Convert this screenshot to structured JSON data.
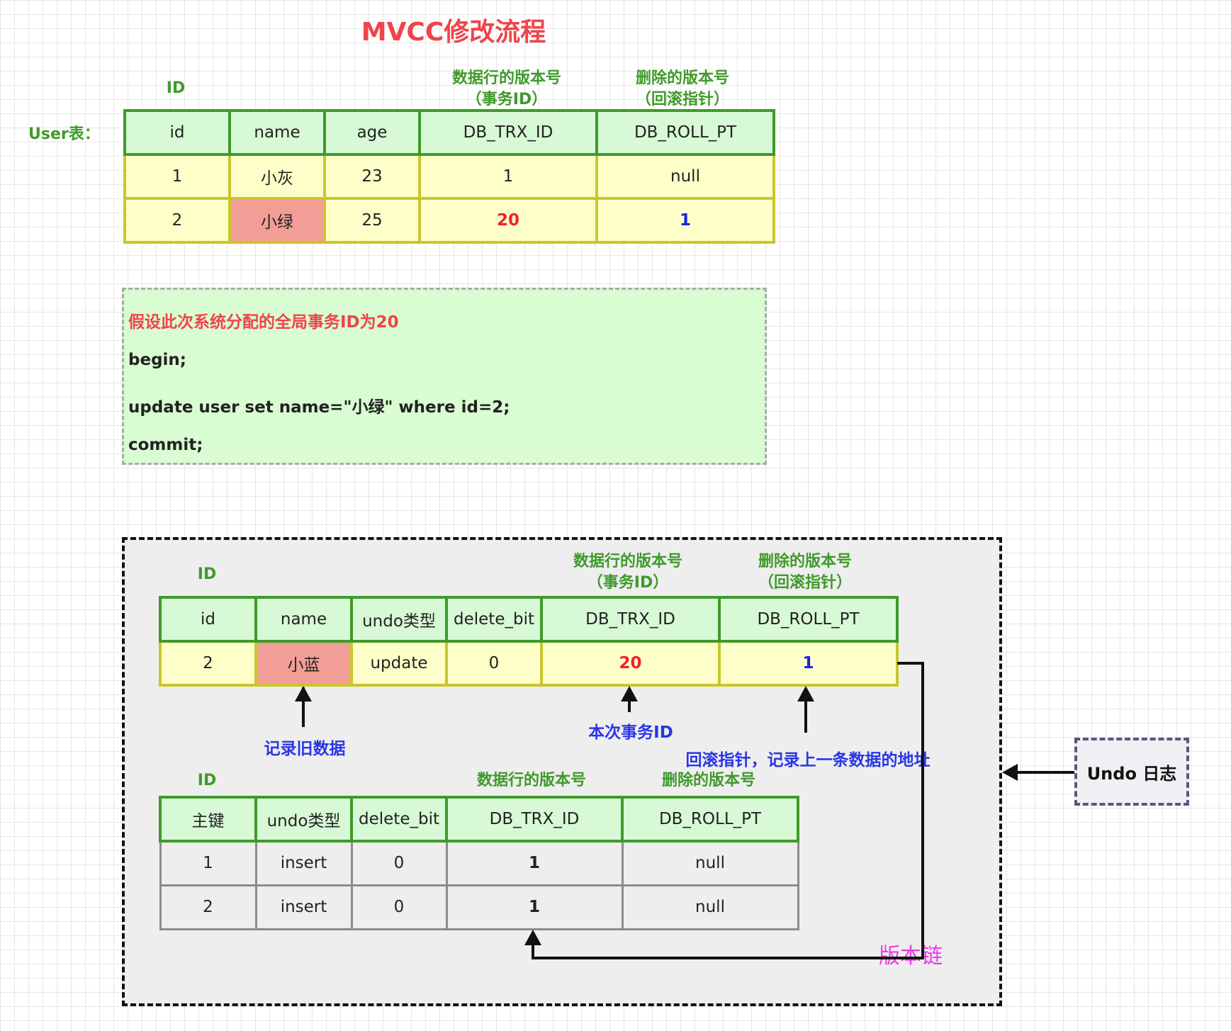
{
  "title": "MVCC修改流程",
  "top": {
    "label_id": "ID",
    "label_trx": [
      "数据行的版本号",
      "（事务ID）"
    ],
    "label_roll": [
      "删除的版本号",
      "（回滚指针）"
    ],
    "user_label": "User表：",
    "headers": [
      "id",
      "name",
      "age",
      "DB_TRX_ID",
      "DB_ROLL_PT"
    ],
    "rows": [
      [
        "1",
        "小灰",
        "23",
        "1",
        "null"
      ],
      [
        "2",
        "小绿",
        "25",
        "20",
        "1"
      ]
    ]
  },
  "code": {
    "comment": "假设此次系统分配的全局事务ID为20",
    "lines": [
      "begin;",
      "update user set name=\"小绿\" where id=2;",
      "commit;"
    ]
  },
  "undo": {
    "label_id": "ID",
    "label_trx": [
      "数据行的版本号",
      "（事务ID）"
    ],
    "label_roll": [
      "删除的版本号",
      "（回滚指针）"
    ],
    "headers": [
      "id",
      "name",
      "undo类型",
      "delete_bit",
      "DB_TRX_ID",
      "DB_ROLL_PT"
    ],
    "row": [
      "2",
      "小蓝",
      "update",
      "0",
      "20",
      "1"
    ],
    "ann_old": "记录旧数据",
    "ann_trx": "本次事务ID",
    "ann_roll": "回滚指针，记录上一条数据的地址",
    "label2_id": "ID",
    "label2_trx": "数据行的版本号",
    "label2_roll": "删除的版本号",
    "headers2": [
      "主键",
      "undo类型",
      "delete_bit",
      "DB_TRX_ID",
      "DB_ROLL_PT"
    ],
    "rows2": [
      [
        "1",
        "insert",
        "0",
        "1",
        "null"
      ],
      [
        "2",
        "insert",
        "0",
        "1",
        "null"
      ]
    ],
    "chain_label": "版本链",
    "box_label": "Undo 日志"
  },
  "colors": {
    "green": "#3f9a2a",
    "red": "#f0434b",
    "blue": "#2a35e6",
    "magenta": "#e83ce3"
  }
}
